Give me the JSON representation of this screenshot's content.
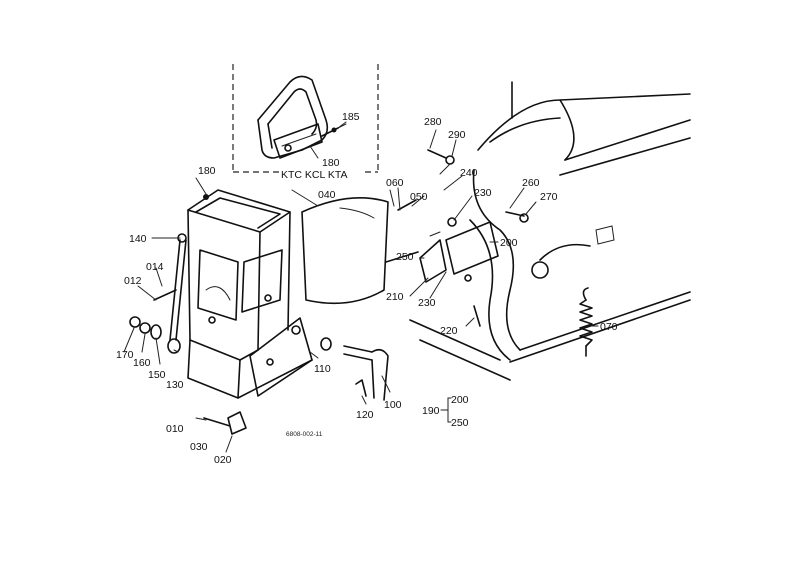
{
  "diagram": {
    "inset_caption": "KTC KCL KTA",
    "figure_code": "6808-002-11",
    "labels": {
      "l010": "010",
      "l012": "012",
      "l014": "014",
      "l020": "020",
      "l030": "030",
      "l040": "040",
      "l050": "050",
      "l060": "060",
      "l070": "070",
      "l100": "100",
      "l110": "110",
      "l120": "120",
      "l130": "130",
      "l140": "140",
      "l150": "150",
      "l160": "160",
      "l170": "170",
      "l180": "180",
      "l180b": "180",
      "l185": "185",
      "l200": "200",
      "l210": "210",
      "l220": "220",
      "l230a": "230",
      "l230b": "230",
      "l240": "240",
      "l250": "250",
      "l260": "260",
      "l270": "270",
      "l280": "280",
      "l290": "290"
    },
    "group_190": {
      "label": "190",
      "item_a": "200",
      "item_b": "250"
    }
  }
}
